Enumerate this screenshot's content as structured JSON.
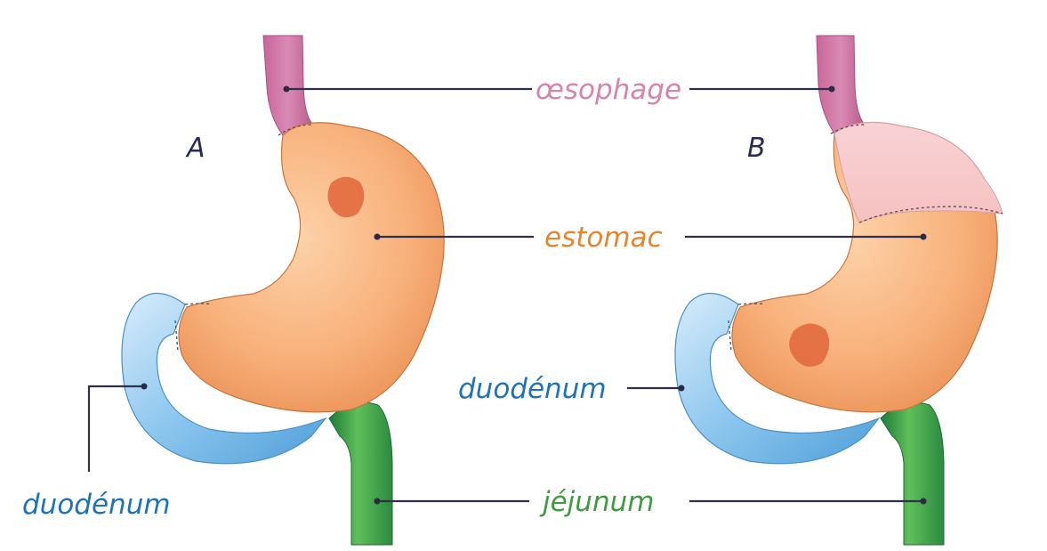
{
  "panels": [
    {
      "id": "A",
      "letter": "A"
    },
    {
      "id": "B",
      "letter": "B"
    }
  ],
  "labels": {
    "oesophagus": "œsophage",
    "stomach": "estomac",
    "duodenum": "duodénum",
    "jejunum": "jéjunum"
  },
  "colors": {
    "oesophagus": "#d784ad",
    "stomach": "#e2862f",
    "duodenum": "#1e73b8",
    "jejunum": "#3e9b3e",
    "letters": "#2b2a55",
    "leaders": "#30304a"
  }
}
